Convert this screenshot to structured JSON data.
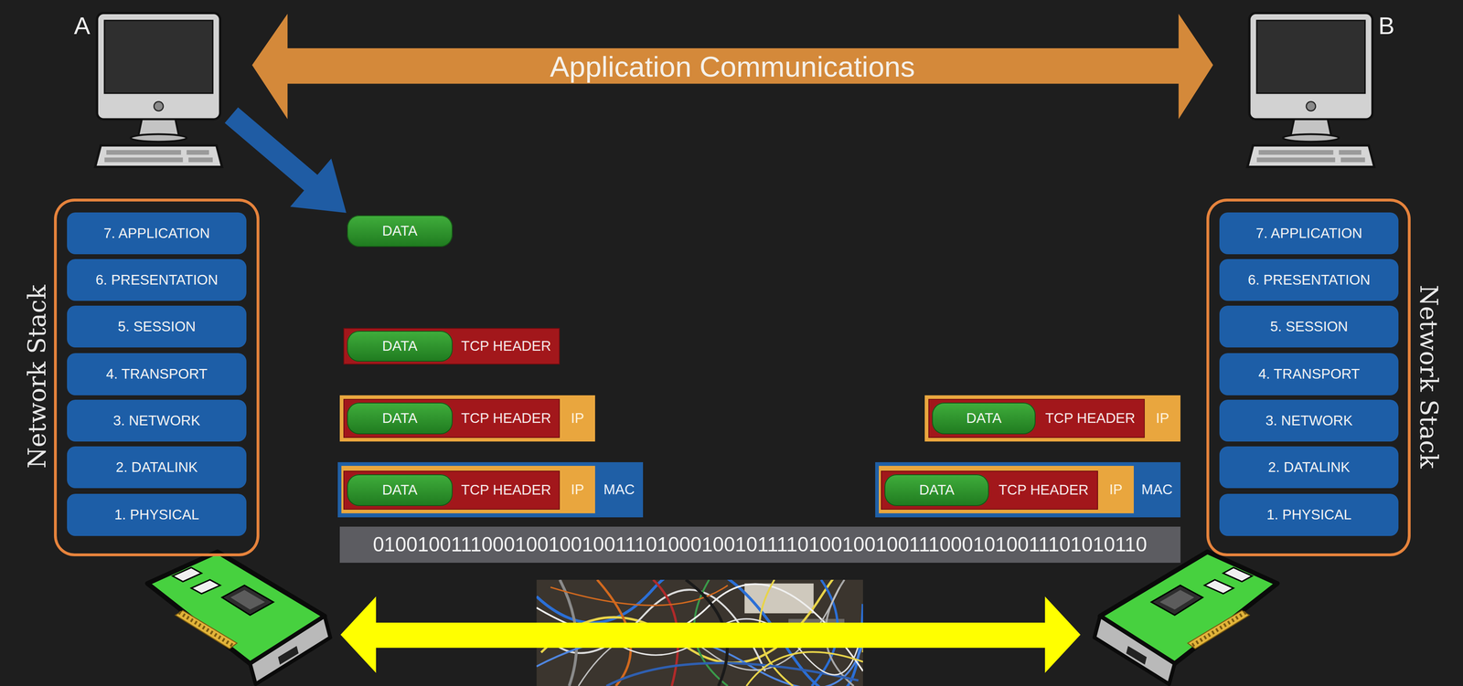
{
  "diagram": {
    "nodes": [
      {
        "text": [
          "A"
        ]
      },
      {
        "text": [
          "Application Communications"
        ]
      },
      {
        "text": [
          "B"
        ]
      },
      {
        "text": [
          "Network Stack"
        ]
      },
      {
        "text": [
          "7. APPLICATION"
        ],
        "in": 3
      },
      {
        "text": [
          "6. PRESENTATION"
        ],
        "in": 3
      },
      {
        "text": [
          "5. SESSION"
        ],
        "in": 3
      },
      {
        "text": [
          "4. TRANSPORT"
        ],
        "in": 3
      },
      {
        "text": [
          "3. NETWORK"
        ],
        "in": 3
      },
      {
        "text": [
          "2. DATALINK"
        ],
        "in": 3
      },
      {
        "text": [
          "1. PHYSICAL"
        ],
        "in": 3
      },
      {
        "text": [
          "DATA"
        ]
      },
      {
        "text": [
          "TCP HEADER"
        ]
      },
      {
        "text": [
          "DATA"
        ],
        "in": 12
      },
      {
        "text": [
          "IP"
        ]
      },
      {
        "text": [
          "TCP HEADER"
        ],
        "in": 14
      },
      {
        "text": [
          "DATA"
        ],
        "in": 15
      },
      {
        "text": [
          "IP"
        ]
      },
      {
        "text": [
          "TCP HEADER"
        ],
        "in": 17
      },
      {
        "text": [
          "DATA"
        ],
        "in": 18
      },
      {
        "text": [
          "MAC"
        ]
      },
      {
        "text": [
          "IP"
        ],
        "in": 20
      },
      {
        "text": [
          "TCP HEADER"
        ],
        "in": 21
      },
      {
        "text": [
          "DATA"
        ],
        "in": 22
      },
      {
        "text": [
          "MAC"
        ]
      },
      {
        "text": [
          "IP"
        ],
        "in": 24
      },
      {
        "text": [
          "TCP HEADER"
        ],
        "in": 25
      },
      {
        "text": [
          "DATA"
        ],
        "in": 26
      },
      {
        "text": [
          "01001001110001001001001110100010010111101001001001110001010011101010110"
        ]
      },
      {
        "text": [
          "Network Stack"
        ]
      },
      {
        "text": [
          "7. APPLICATION"
        ],
        "in": 29
      },
      {
        "text": [
          "6. PRESENTATION"
        ],
        "in": 29
      },
      {
        "text": [
          "5. SESSION"
        ],
        "in": 29
      },
      {
        "text": [
          "4. TRANSPORT"
        ],
        "in": 29
      },
      {
        "text": [
          "3. NETWORK"
        ],
        "in": 29
      },
      {
        "text": [
          "2. DATALINK"
        ],
        "in": 29
      },
      {
        "text": [
          "1. PHYSICAL"
        ],
        "in": 29
      }
    ],
    "edges": [
      {
        "from": 0,
        "to": 11,
        "arrow": "to"
      }
    ]
  }
}
